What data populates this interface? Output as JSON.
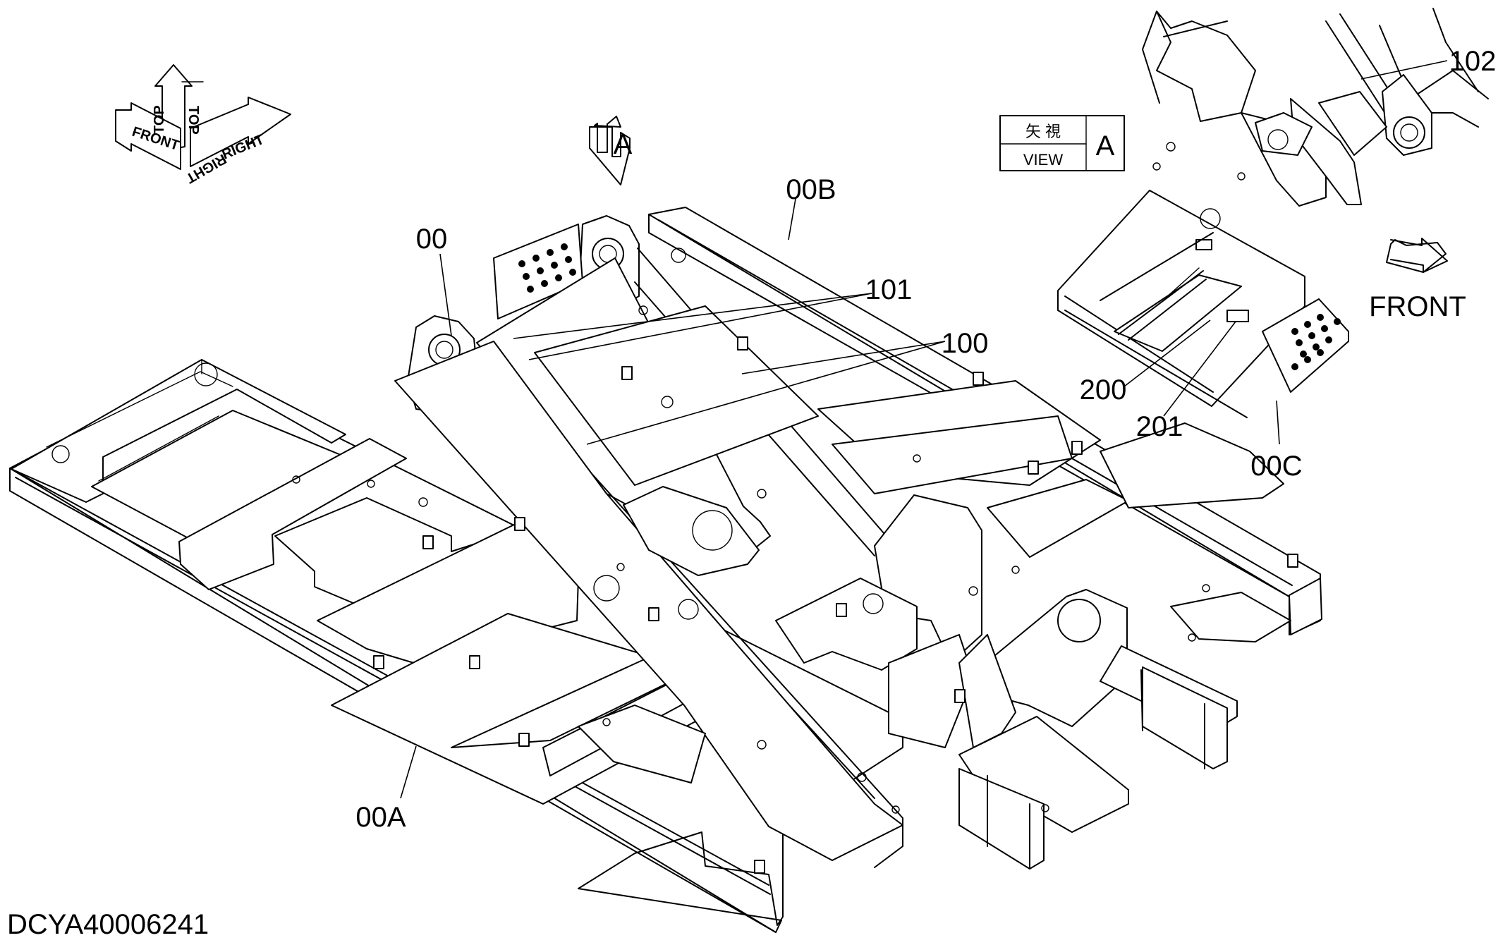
{
  "diagram": {
    "document_id": "DCYA40006241",
    "orientation_glyph": {
      "labels": [
        "TOP",
        "FRONT",
        "RIGHT",
        "TOP",
        "RIGHT"
      ]
    },
    "view_marker": "A",
    "view_box": {
      "jp_label": "矢 視",
      "en_label": "VIEW",
      "letter": "A"
    },
    "front_label": "FRONT",
    "callouts": {
      "c00": "00",
      "c00A": "00A",
      "c00B": "00B",
      "c00C": "00C",
      "c100": "100",
      "c101": "101",
      "c102": "102",
      "c200": "200",
      "c201": "201"
    }
  }
}
